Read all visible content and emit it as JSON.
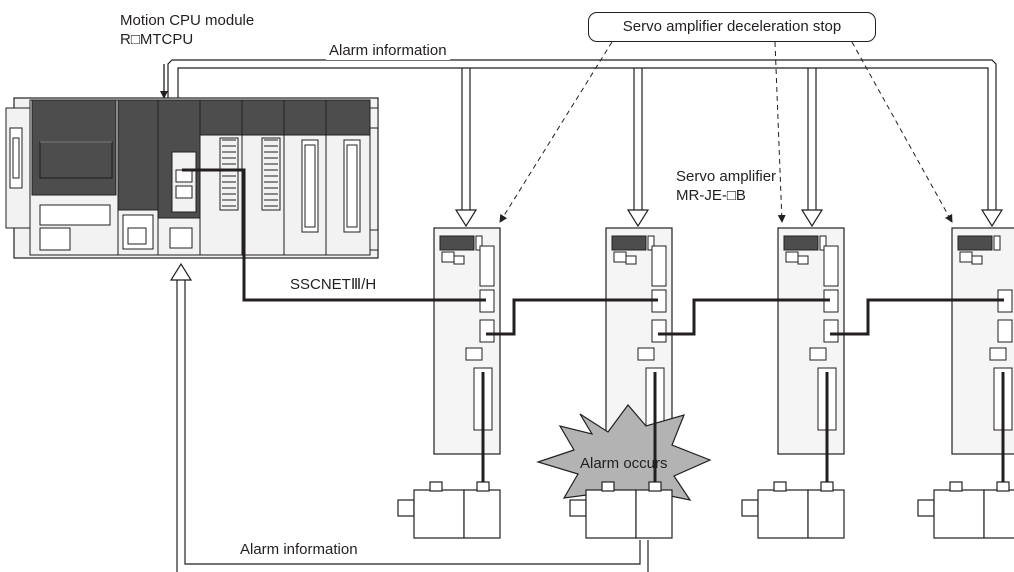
{
  "labels": {
    "cpu_line1": "Motion CPU module",
    "cpu_line2": "R□MTCPU",
    "alarm_info_top": "Alarm information",
    "decel_stop": "Servo amplifier deceleration stop",
    "servo_line1": "Servo amplifier",
    "servo_line2": "MR-JE-□B",
    "network": "SSCNETⅢ/H",
    "alarm_occurs": "Alarm occurs",
    "alarm_info_bottom": "Alarm information"
  },
  "colors": {
    "line": "#231f20",
    "module_dark": "#4d4d4d",
    "module_light": "#f2f2f2",
    "amp_body": "#f5f5f5",
    "burst_fill": "#b3b3b3"
  }
}
